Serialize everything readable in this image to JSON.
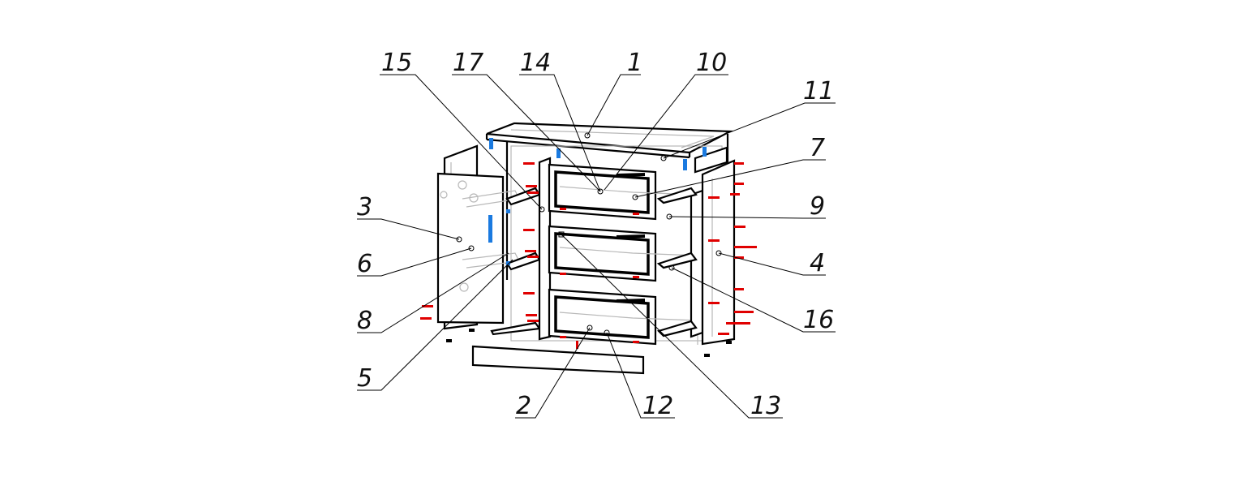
{
  "title": "Exploded assembly view of chest of drawers",
  "callouts": [
    {
      "id": "15",
      "label": "15"
    },
    {
      "id": "17",
      "label": "17"
    },
    {
      "id": "14",
      "label": "14"
    },
    {
      "id": "1",
      "label": "1"
    },
    {
      "id": "10",
      "label": "10"
    },
    {
      "id": "11",
      "label": "11"
    },
    {
      "id": "7",
      "label": "7"
    },
    {
      "id": "9",
      "label": "9"
    },
    {
      "id": "4",
      "label": "4"
    },
    {
      "id": "16",
      "label": "16"
    },
    {
      "id": "13",
      "label": "13"
    },
    {
      "id": "12",
      "label": "12"
    },
    {
      "id": "2",
      "label": "2"
    },
    {
      "id": "5",
      "label": "5"
    },
    {
      "id": "8",
      "label": "8"
    },
    {
      "id": "6",
      "label": "6"
    },
    {
      "id": "3",
      "label": "3"
    }
  ],
  "colors": {
    "line": "#000000",
    "hidden": "#b8b8b8",
    "fastener": "#e00000",
    "handle": "#1a7ae0"
  }
}
